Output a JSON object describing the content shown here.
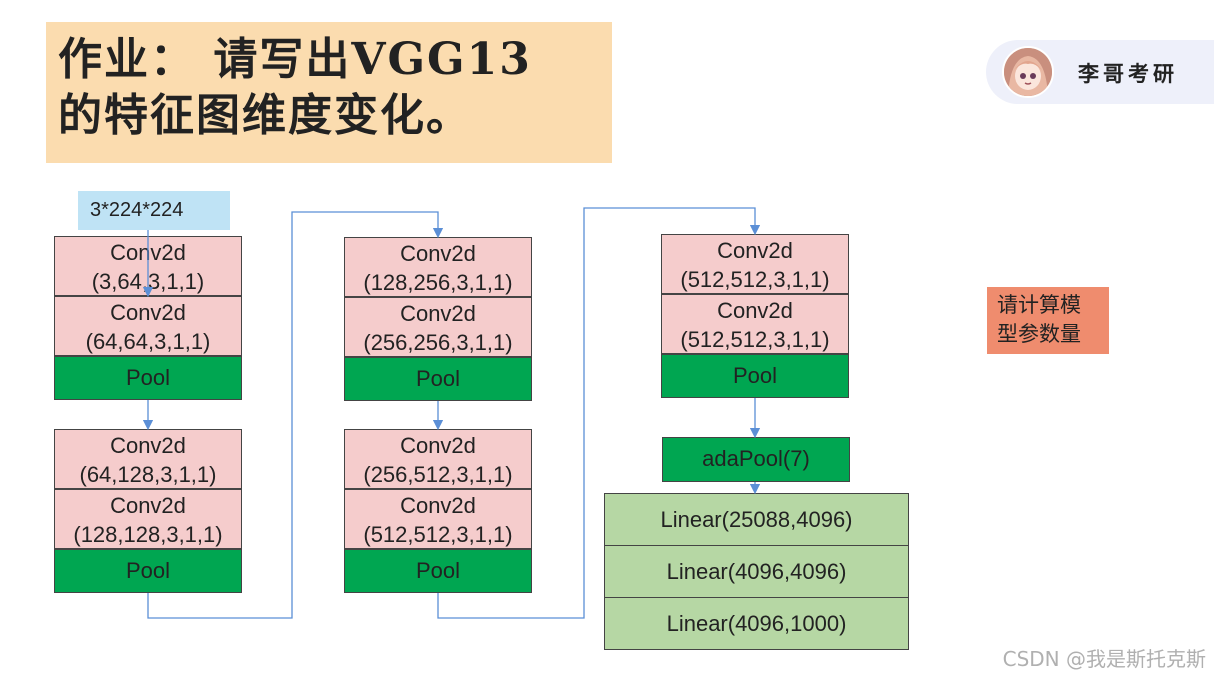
{
  "title": {
    "line1": "作业： 请写出VGG13",
    "line2": "的特征图维度变化。"
  },
  "brand": {
    "name": "李哥考研"
  },
  "input_label": "3*224*224",
  "note": {
    "line1": "请计算模",
    "line2": "型参数量"
  },
  "column1": {
    "stage1": {
      "conv_a": {
        "name": "Conv2d",
        "params": "(3,64,3,1,1)"
      },
      "conv_b": {
        "name": "Conv2d",
        "params": "(64,64,3,1,1)"
      },
      "pool": "Pool"
    },
    "stage2": {
      "conv_a": {
        "name": "Conv2d",
        "params": "(64,128,3,1,1)"
      },
      "conv_b": {
        "name": "Conv2d",
        "params": "(128,128,3,1,1)"
      },
      "pool": "Pool"
    }
  },
  "column2": {
    "stage3": {
      "conv_a": {
        "name": "Conv2d",
        "params": "(128,256,3,1,1)"
      },
      "conv_b": {
        "name": "Conv2d",
        "params": "(256,256,3,1,1)"
      },
      "pool": "Pool"
    },
    "stage4": {
      "conv_a": {
        "name": "Conv2d",
        "params": "(256,512,3,1,1)"
      },
      "conv_b": {
        "name": "Conv2d",
        "params": "(512,512,3,1,1)"
      },
      "pool": "Pool"
    }
  },
  "column3": {
    "stage5": {
      "conv_a": {
        "name": "Conv2d",
        "params": "(512,512,3,1,1)"
      },
      "conv_b": {
        "name": "Conv2d",
        "params": "(512,512,3,1,1)"
      },
      "pool": "Pool"
    },
    "adapool": "adaPool(7)",
    "linears": [
      "Linear(25088,4096)",
      "Linear(4096,4096)",
      "Linear(4096,1000)"
    ]
  },
  "watermark": "CSDN @我是斯托克斯",
  "colors": {
    "title_bg": "#fbdcaf",
    "input_bg": "#bfe3f5",
    "conv_bg": "#f5cccc",
    "pool_bg": "#00a651",
    "linear_bg": "#b6d7a4",
    "note_bg": "#ef8c6e",
    "arrow": "#5b8fd6"
  }
}
